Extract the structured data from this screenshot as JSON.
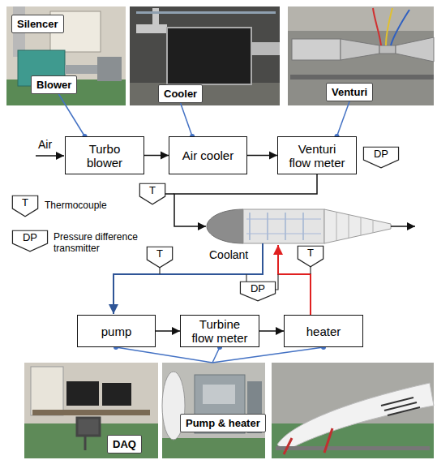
{
  "diagram": {
    "nodes": [
      {
        "text": [
          "Silencer"
        ]
      },
      {
        "text": [
          "Blower"
        ]
      },
      {
        "text": [
          "Cooler"
        ]
      },
      {
        "text": [
          "Venturi"
        ]
      },
      {
        "text": [
          "Turbo blower"
        ]
      },
      {
        "text": [
          "Air cooler"
        ]
      },
      {
        "text": [
          "Venturi flow meter"
        ]
      },
      {
        "text": [
          "DP"
        ]
      },
      {
        "text": [
          "T"
        ]
      },
      {
        "text": [
          "T"
        ]
      },
      {
        "text": [
          "DP"
        ]
      },
      {
        "text": [
          "T"
        ]
      },
      {
        "text": [
          "T"
        ]
      },
      {
        "text": [
          "DP"
        ]
      },
      {
        "text": [
          "pump"
        ]
      },
      {
        "text": [
          "Turbine flow meter"
        ]
      },
      {
        "text": [
          "heater"
        ]
      },
      {
        "text": [
          "DAQ"
        ]
      },
      {
        "text": [
          "Pump & heater"
        ]
      }
    ],
    "edges": [
      {
        "from": 4,
        "to": 5,
        "arrow": "to"
      },
      {
        "from": 5,
        "to": 6,
        "arrow": "to"
      },
      {
        "from": 1,
        "to": 4,
        "arrow": "none"
      },
      {
        "from": 2,
        "to": 5,
        "arrow": "none"
      },
      {
        "from": 3,
        "to": 6,
        "arrow": "none"
      },
      {
        "from": 14,
        "to": 15,
        "arrow": "to"
      },
      {
        "from": 15,
        "to": 16,
        "arrow": "to"
      }
    ],
    "labels": [
      "Air",
      "Coolant"
    ],
    "legend": [
      {
        "text": "Thermocouple"
      },
      {
        "text": "Pressure difference transmitter"
      }
    ]
  }
}
